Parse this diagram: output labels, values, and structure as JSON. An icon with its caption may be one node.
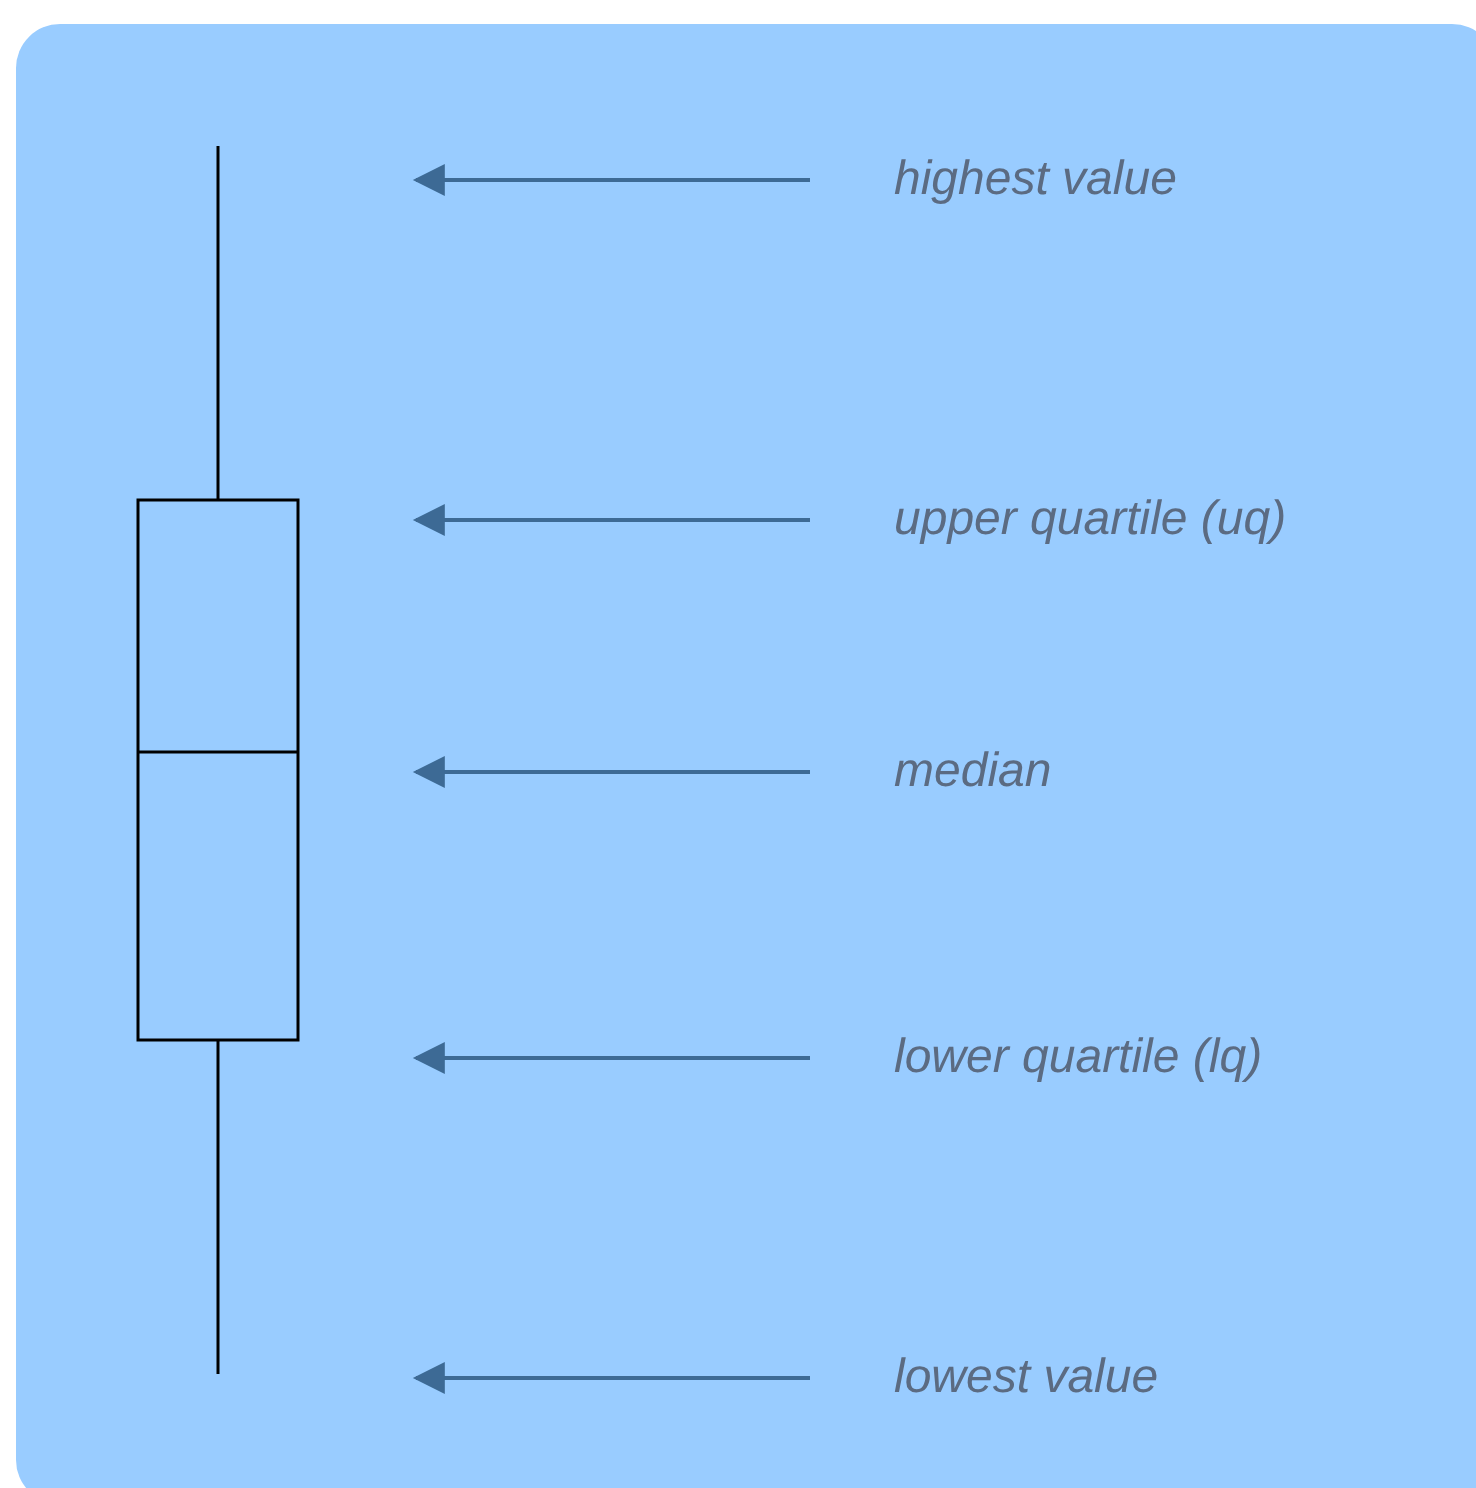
{
  "diagram": {
    "nodes": [
      {
        "text": [],
        "shape": "box"
      },
      {
        "text": [
          "highest value"
        ],
        "in": 0
      },
      {
        "text": [
          "upper quartile (uq)"
        ],
        "in": 0
      },
      {
        "text": [
          "median"
        ],
        "in": 0
      },
      {
        "text": [
          "lower quartile (lq)"
        ],
        "in": 0
      },
      {
        "text": [
          "lowest value"
        ],
        "in": 0
      }
    ],
    "edges": [
      {
        "from": 1,
        "to": null,
        "arrow": "to"
      },
      {
        "from": 2,
        "to": null,
        "arrow": "to"
      },
      {
        "from": 3,
        "to": null,
        "arrow": "to"
      },
      {
        "from": 4,
        "to": null,
        "arrow": "to"
      },
      {
        "from": 5,
        "to": null,
        "arrow": "to"
      }
    ]
  }
}
